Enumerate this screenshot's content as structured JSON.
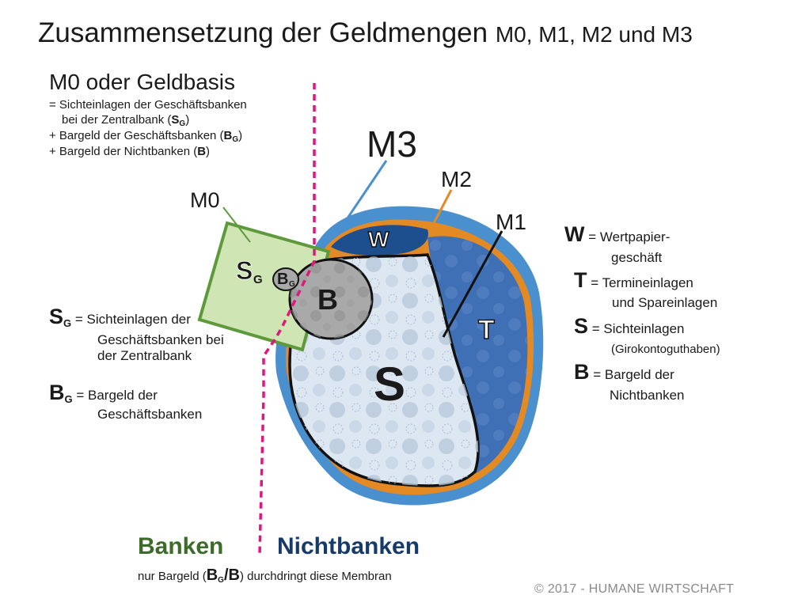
{
  "title": {
    "main": "Zusammensetzung der Geldmengen",
    "sub": "M0, M1, M2 und M3"
  },
  "m0_definition": {
    "heading": "M0 oder Geldbasis",
    "line1": "= Sichteinlagen der Geschäftsbanken",
    "line2_prefix": "bei der Zentralbank (",
    "line2_symbol": "S",
    "line2_sub": "G",
    "line2_suffix": ")",
    "line3_prefix": "+ Bargeld der Geschäftsbanken (",
    "line3_symbol": "B",
    "line3_sub": "G",
    "line3_suffix": ")",
    "line4_prefix": "+ Bargeld der Nichtbanken (",
    "line4_symbol": "B",
    "line4_suffix": ")"
  },
  "diagram_labels": {
    "m0": "M0",
    "m1": "M1",
    "m2": "M2",
    "m3": "M3",
    "sg_symbol": "S",
    "sg_sub": "G",
    "bg_symbol": "B",
    "bg_sub": "G",
    "b": "B",
    "w": "W",
    "t": "T",
    "s": "S"
  },
  "legend_left": [
    {
      "symbol": "S",
      "sub": "G",
      "text_lines": [
        "= Sichteinlagen der",
        "Geschäftsbanken bei",
        "der Zentralbank"
      ]
    },
    {
      "symbol": "B",
      "sub": "G",
      "text_lines": [
        "= Bargeld der",
        "Geschäftsbanken"
      ]
    }
  ],
  "legend_right": [
    {
      "symbol": "W",
      "line1": "= Wertpapier-",
      "line2": "geschäft"
    },
    {
      "symbol": "T",
      "line1": "= Termineinlagen",
      "line2": "und Spareinlagen"
    },
    {
      "symbol": "S",
      "line1": "= Sichteinlagen",
      "line2": "(Girokontoguthaben)"
    },
    {
      "symbol": "B",
      "line1": "= Bargeld der",
      "line2": "Nichtbanken"
    }
  ],
  "bottom": {
    "banken": "Banken",
    "nichtbanken": "Nichtbanken",
    "membrane_prefix": "nur Bargeld (",
    "membrane_b1": "B",
    "membrane_sub": "G",
    "membrane_b2": "/B",
    "membrane_suffix": ") durchdringt diese Membran"
  },
  "copyright": "© 2017 - HUMANE WIRTSCHAFT",
  "colors": {
    "m0_box_fill": "#cfe5b4",
    "m0_box_stroke": "#5e9a3b",
    "m3_outline": "#4a8fce",
    "m2_outline": "#e48a25",
    "s_fill": "#dce7f2",
    "t_fill": "#3f6fb4",
    "w_fill": "#1d4f8e",
    "b_fill": "#a9a9a9",
    "membrane": "#e0177d",
    "banken": "#3d6b2a",
    "nichtbanken": "#163a69"
  }
}
